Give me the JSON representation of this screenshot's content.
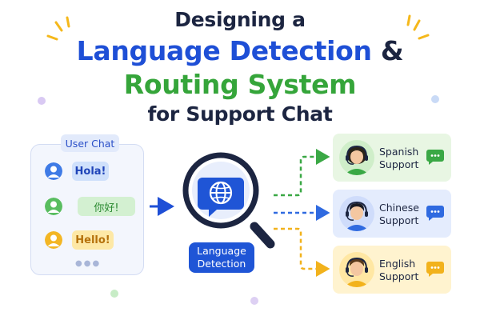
{
  "title": {
    "line1": "Designing a",
    "line2": "Language Detection",
    "line2_amp": "&",
    "line3": "Routing System",
    "line4": "for Support Chat"
  },
  "user_chat": {
    "label": "User Chat",
    "messages": [
      {
        "text": "Hola!",
        "color": "#3f7be6"
      },
      {
        "text": "你好!",
        "color": "#58bd5f"
      },
      {
        "text": "Hello!",
        "color": "#f3b624"
      }
    ],
    "more_icon": "ellipsis-icon"
  },
  "detector": {
    "label": "Language Detection",
    "icon": "magnifier-globe-icon"
  },
  "routes": [
    {
      "title": "Spanish",
      "subtitle": "Support",
      "color": "#3aa845"
    },
    {
      "title": "Chinese",
      "subtitle": "Support",
      "color": "#2f6ae0"
    },
    {
      "title": "English",
      "subtitle": "Support",
      "color": "#f2b21c"
    }
  ],
  "colors": {
    "title_dark": "#1c2541",
    "accent_blue": "#1e4fd6",
    "accent_green": "#35a53a",
    "accent_yellow": "#f2b21c"
  }
}
